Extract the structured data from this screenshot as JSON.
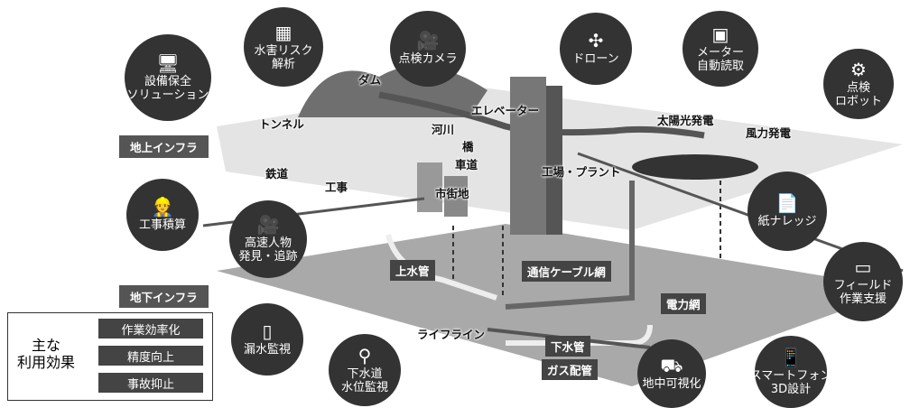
{
  "layers": {
    "ground": "地上インフラ",
    "underground": "地下インフラ"
  },
  "ground_labels": [
    "ダム",
    "トンネル",
    "河川",
    "橋",
    "エレベーター",
    "太陽光発電",
    "風力発電",
    "車道",
    "工場・プラント",
    "鉄道",
    "工事",
    "市街地"
  ],
  "underground_labels": {
    "water_supply": "上水管",
    "telecom": "通信ケーブル網",
    "power": "電力網",
    "lifeline": "ライフライン",
    "sewer": "下水管",
    "gas": "ガス配管"
  },
  "bubbles": {
    "facility_security": "設備保全\nソリューション",
    "flood_risk": "水害リスク\n解析",
    "inspection_camera": "点検カメラ",
    "drone": "ドローン",
    "meter_reading": "メーター\n自動読取",
    "inspection_robot": "点検\nロボット",
    "construction_estimate": "工事積算",
    "person_search": "高速人物\n発見・追跡",
    "paper_knowledge": "紙ナレッジ",
    "field_support": "フィールド\n作業支援",
    "leak_monitor": "漏水監視",
    "sewer_level": "下水道\n水位監視",
    "underground_visual": "地中可視化",
    "smartphone_3d": "スマートフォン\n3D設計"
  },
  "legend": {
    "title": "主な\n利用効果",
    "items": [
      "作業効率化",
      "精度向上",
      "事故抑止"
    ]
  },
  "colors": {
    "bubble": "#333333",
    "ground": "#e6e6e6",
    "underground": "#a8a8a8",
    "dark": "#444444"
  }
}
